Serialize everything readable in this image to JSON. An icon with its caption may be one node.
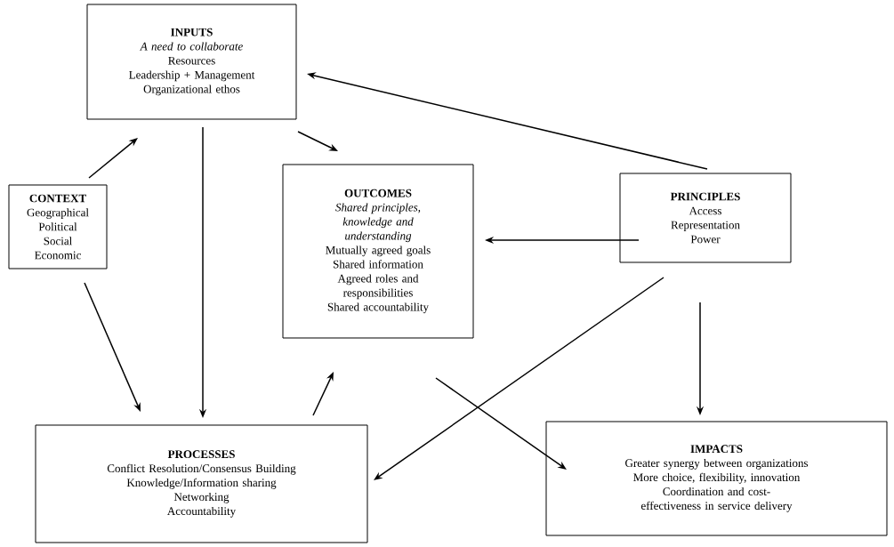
{
  "diagram": {
    "nodes": [
      {
        "text": [
          "INPUTS",
          "A need to collaborate",
          "Resources",
          "Leadership + Management",
          "Organizational ethos"
        ]
      },
      {
        "text": [
          "CONTEXT",
          "Geographical",
          "Political",
          "Social",
          "Economic"
        ]
      },
      {
        "text": [
          "OUTCOMES",
          "Shared principles, knowledge and understanding",
          "Mutually agreed goals",
          "Shared information",
          "Agreed roles and responsibilities",
          "Shared accountability"
        ]
      },
      {
        "text": [
          "PRINCIPLES",
          "Access",
          "Representation",
          "Power"
        ]
      },
      {
        "text": [
          "PROCESSES",
          "Conflict Resolution/Consensus Building",
          "Knowledge/Information sharing",
          "Networking",
          "Accountability"
        ]
      },
      {
        "text": [
          "IMPACTS",
          "Greater synergy between organizations",
          "More choice, flexibility, innovation",
          "Coordination and cost-effectiveness in service delivery"
        ]
      }
    ],
    "edges": [
      {
        "from": 1,
        "to": 0,
        "arrow": "to"
      },
      {
        "from": 0,
        "to": 4,
        "arrow": "to"
      },
      {
        "from": 0,
        "to": 2,
        "arrow": "to"
      },
      {
        "from": 3,
        "to": 0,
        "arrow": "to"
      },
      {
        "from": 3,
        "to": 2,
        "arrow": "to"
      },
      {
        "from": 1,
        "to": 4,
        "arrow": "to"
      },
      {
        "from": 4,
        "to": 2,
        "arrow": "to"
      },
      {
        "from": 3,
        "to": 5,
        "arrow": "to"
      },
      {
        "from": 3,
        "to": 4,
        "arrow": "to"
      },
      {
        "from": 2,
        "to": 5,
        "arrow": "to"
      }
    ]
  }
}
